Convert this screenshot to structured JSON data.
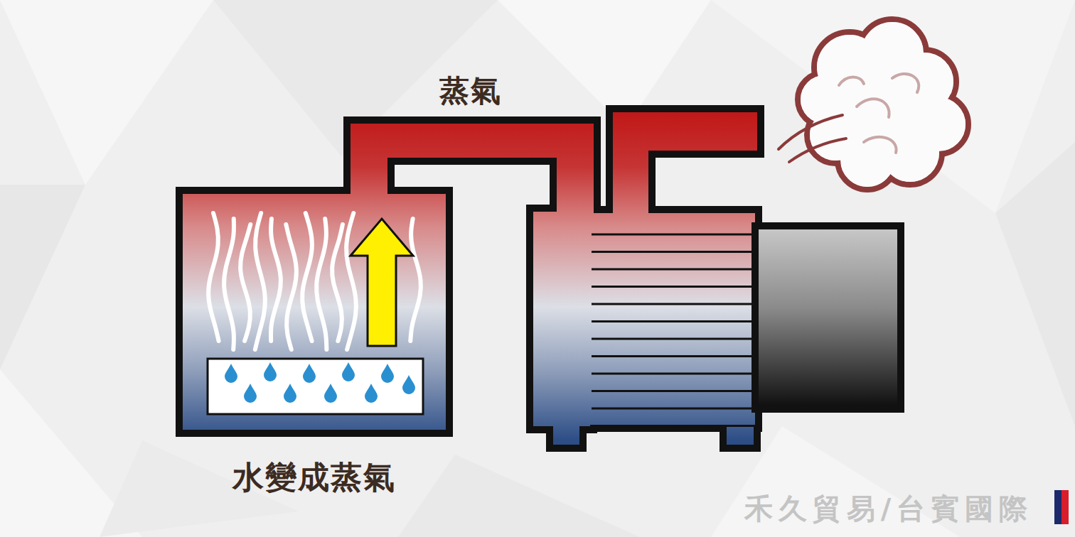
{
  "diagram": {
    "labels": [
      "蒸氣",
      "水變成蒸氣",
      "禾久貿易/台賓國際"
    ]
  }
}
